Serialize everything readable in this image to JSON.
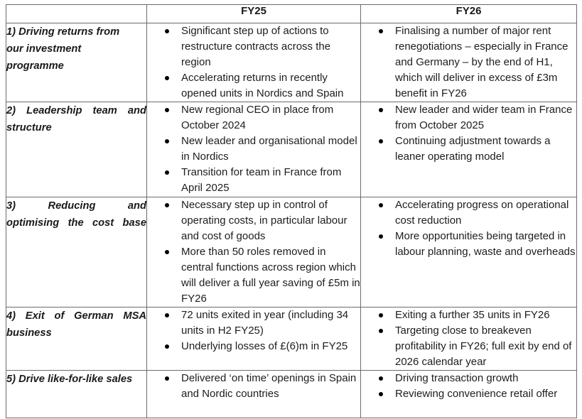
{
  "colors": {
    "border": "#6b6b6b",
    "text": "#1d1d1d",
    "bullet": "#000000",
    "background": "#ffffff"
  },
  "table": {
    "columns": [
      "",
      "FY25",
      "FY26"
    ],
    "rows": [
      {
        "label": "1) Driving returns from\nour investment\nprogramme",
        "fy25": [
          "Significant step up of actions to restructure contracts across the region",
          "Accelerating returns in recently opened units in Nordics and Spain"
        ],
        "fy26": [
          "Finalising a number of major rent renegotiations – especially in France and Germany – by the end of H1, which will deliver in excess of £3m benefit in FY26"
        ]
      },
      {
        "label": "2) Leadership team and\nstructure",
        "fy25": [
          "New regional CEO in place from October 2024",
          "New leader and organisational model in Nordics",
          "Transition for team in France from April 2025"
        ],
        "fy26": [
          "New leader and wider team in France from October 2025",
          "Continuing adjustment towards a leaner operating model"
        ]
      },
      {
        "label": "3) Reducing and\noptimising the cost base",
        "fy25": [
          "Necessary step up in control of operating costs, in particular labour and cost of goods",
          "More than 50 roles removed in central functions across region which will deliver a full year saving of £5m in FY26"
        ],
        "fy26": [
          "Accelerating progress on operational cost reduction",
          "More opportunities being targeted in labour planning, waste and overheads"
        ]
      },
      {
        "label": "4) Exit of German MSA\nbusiness",
        "fy25": [
          "72 units exited in year (including 34 units in H2 FY25)",
          "Underlying losses of £(6)m in FY25"
        ],
        "fy26": [
          "Exiting a further 35 units in FY26",
          "Targeting close to breakeven profitability in FY26; full exit by end of 2026 calendar year"
        ]
      },
      {
        "label": "5) Drive like-for-like sales",
        "fy25": [
          "Delivered ‘on time’ openings in Spain and Nordic countries"
        ],
        "fy26": [
          "Driving transaction growth",
          "Reviewing convenience retail offer"
        ]
      }
    ]
  }
}
